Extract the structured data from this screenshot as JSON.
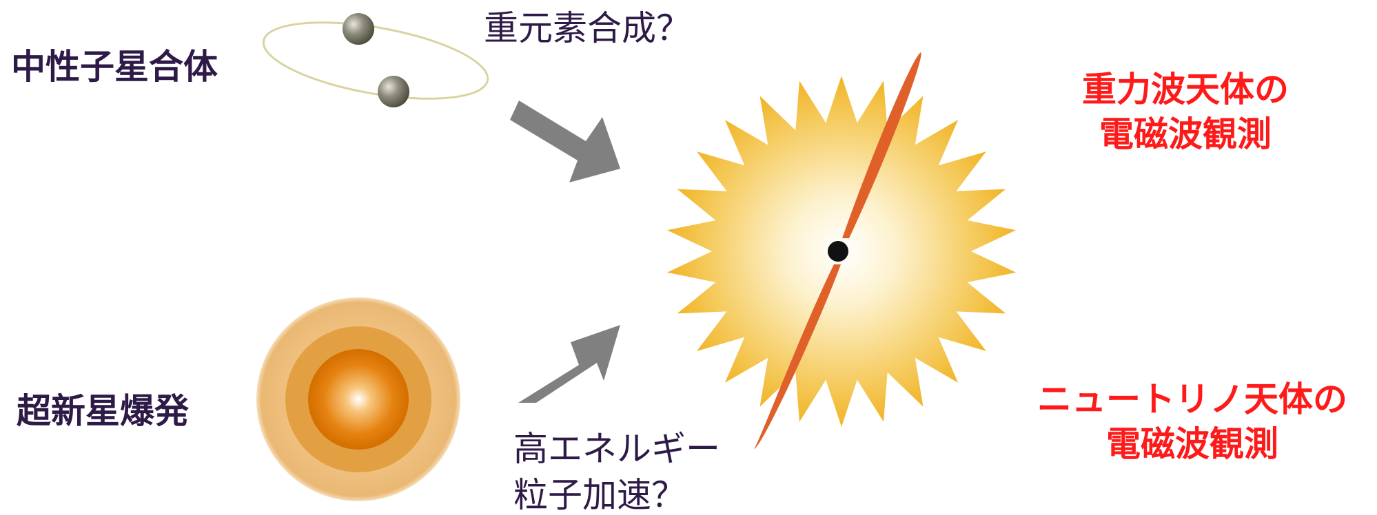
{
  "labels": {
    "neutron_star_merger": "中性子星合体",
    "supernova": "超新星爆発",
    "heavy_element_synthesis": "重元素合成？",
    "high_energy_line1": "高エネルギー",
    "high_energy_line2": "粒子加速？",
    "gw_line1": "重力波天体の",
    "gw_line2": "電磁波観測",
    "nu_line1": "ニュートリノ天体の",
    "nu_line2": "電磁波観測"
  },
  "colors": {
    "label_dark": "#2e1a47",
    "label_red": "#ff1a1a",
    "arrow": "#808080",
    "burst_edge": "#f2b322",
    "jet": "#e0602a",
    "orbit": "#d8d4a0",
    "supernova_core": "#e07a00"
  },
  "icons": {
    "merger": "binary-neutron-star-icon",
    "supernova": "supernova-sphere-icon",
    "burst": "starburst-with-jets-icon",
    "arrow": "thick-arrow-icon"
  }
}
